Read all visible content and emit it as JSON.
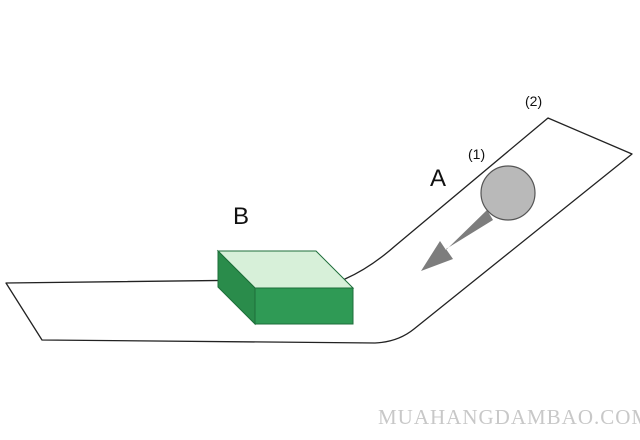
{
  "labels": {
    "a": "A",
    "b": "B",
    "position_1": "(1)",
    "position_2": "(2)"
  },
  "watermark": "MUAHANGDAMBAO.COM",
  "colors": {
    "track_stroke": "#222222",
    "block_front": "#2f9a55",
    "block_top": "#d7f0d9",
    "block_edge": "#1d6e3a",
    "ball_fill": "#b9b9b9",
    "arrow_fill": "#7d7d7d",
    "watermark": "#c8c8c8"
  },
  "icons": {
    "ball": "ball-icon",
    "arrow": "arrow-icon",
    "block": "block-icon"
  }
}
